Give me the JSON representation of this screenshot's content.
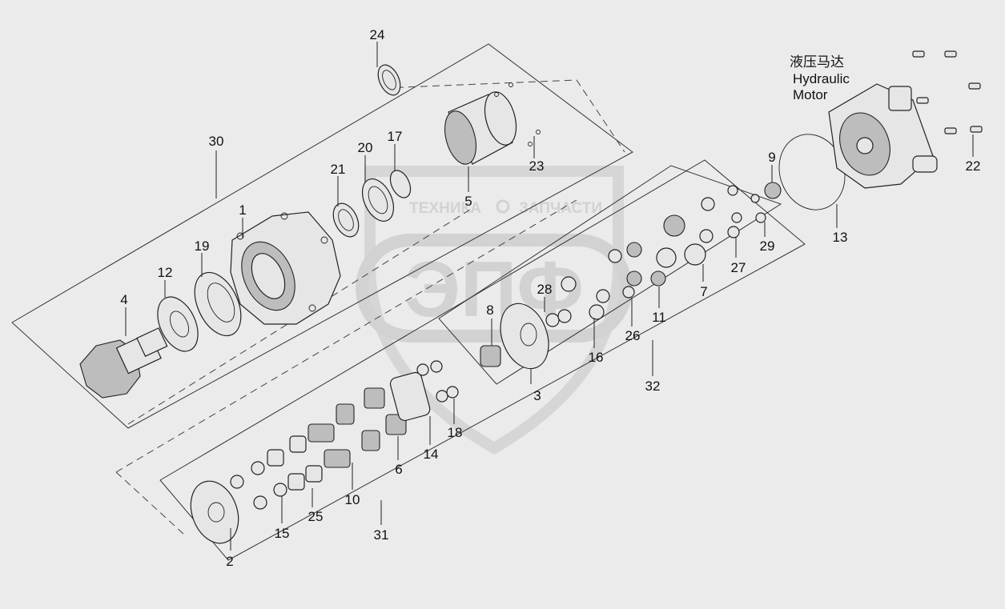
{
  "diagram": {
    "motor_title_cn": "液压马达",
    "motor_title_en_1": "Hydraulic",
    "motor_title_en_2": "Motor",
    "watermark": {
      "line_left": "ТЕХНИКА",
      "line_right": "ЗАПЧАСТИ",
      "logo": "ЭПФ"
    },
    "callouts": {
      "c1": "1",
      "c2": "2",
      "c3": "3",
      "c4": "4",
      "c5": "5",
      "c6": "6",
      "c7": "7",
      "c8": "8",
      "c9": "9",
      "c10": "10",
      "c11": "11",
      "c12": "12",
      "c13": "13",
      "c14": "14",
      "c15": "15",
      "c16": "16",
      "c17": "17",
      "c18": "18",
      "c19": "19",
      "c20": "20",
      "c21": "21",
      "c22": "22",
      "c23": "23",
      "c24": "24",
      "c25": "25",
      "c26": "26",
      "c27": "27",
      "c28": "28",
      "c29": "29",
      "c30": "30",
      "c31": "31",
      "c32": "32"
    }
  }
}
